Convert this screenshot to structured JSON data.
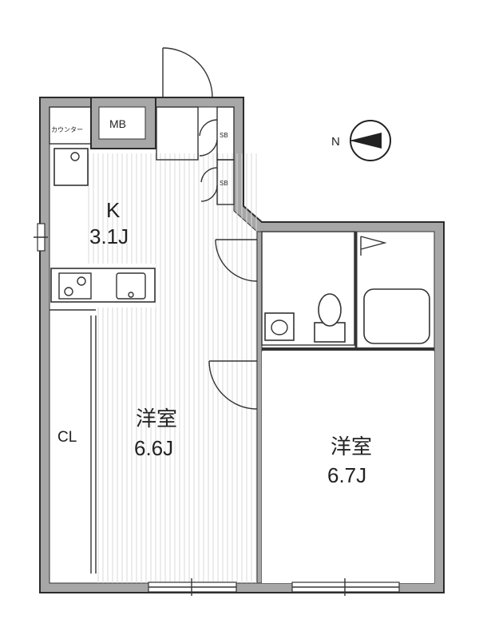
{
  "rooms": {
    "kitchen": {
      "name": "K",
      "size": "3.1J"
    },
    "western_room_1": {
      "name": "洋室",
      "size": "6.6J"
    },
    "western_room_2": {
      "name": "洋室",
      "size": "6.7J"
    },
    "closet": {
      "name": "CL"
    },
    "meter_box": {
      "name": "MB"
    },
    "counter": {
      "name": "カウンター"
    },
    "shoe_box_1": {
      "name": "SB"
    },
    "shoe_box_2": {
      "name": "SB"
    }
  },
  "compass": {
    "label": "N",
    "icon": "north-arrow-icon"
  },
  "colors": {
    "wall": "#a7a7a7",
    "line": "#333333"
  }
}
